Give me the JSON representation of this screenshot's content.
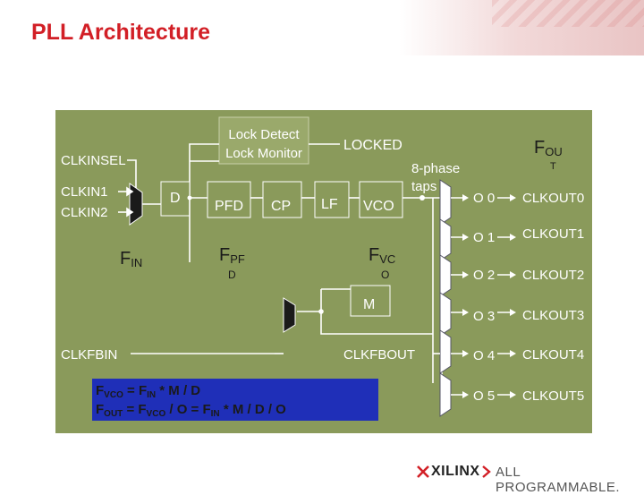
{
  "slide": {
    "title": "PLL Architecture"
  },
  "diagram": {
    "labels": {
      "clkinsel": "CLKINSEL",
      "clkin1": "CLKIN1",
      "clkin2": "CLKIN2",
      "d_block": "D",
      "pfd": "PFD",
      "cp": "CP",
      "lf": "LF",
      "vco": "VCO",
      "lock_detect": "Lock Detect",
      "lock_monitor": "Lock Monitor",
      "locked": "LOCKED",
      "eight_phase": "8-phase",
      "taps": "taps",
      "m_block": "M",
      "clkfbin": "CLKFBIN",
      "clkfbout": "CLKFBOUT",
      "f_in_main": "F",
      "f_in_sub": "IN",
      "f_pf_main": "F",
      "f_pf_sub": "PF",
      "f_pf_tail": "D",
      "f_vc_main": "F",
      "f_vc_sub": "VC",
      "f_vc_tail": "O",
      "f_out_main": "F",
      "f_out_sub": "OU",
      "f_out_tail": "T"
    },
    "outputs": [
      {
        "divider": "O 0",
        "clk": "CLKOUT0"
      },
      {
        "divider": "O 1",
        "clk": "CLKOUT1"
      },
      {
        "divider": "O 2",
        "clk": "CLKOUT2"
      },
      {
        "divider": "O 3",
        "clk": "CLKOUT3"
      },
      {
        "divider": "O 4",
        "clk": "CLKOUT4"
      },
      {
        "divider": "O 5",
        "clk": "CLKOUT5"
      }
    ],
    "equations": {
      "line1": {
        "p1": "F",
        "s1": "VCO",
        "p2": " = F",
        "s2": "IN",
        "p3": " * M / D"
      },
      "line2": {
        "p1": "F",
        "s1": "OUT",
        "p2": " = F",
        "s2": "VCO",
        "p3": " / O = F",
        "s3": "IN",
        "p4": " * M / D / O"
      }
    },
    "colors": {
      "background": "#8a9a5b",
      "equation_box": "#1f2fb8",
      "lines": "#ffffff",
      "text": "#ffffff",
      "accent_title": "#d21f26"
    }
  },
  "footer": {
    "brand": "XILINX",
    "slogan": "ALL PROGRAMMABLE."
  }
}
